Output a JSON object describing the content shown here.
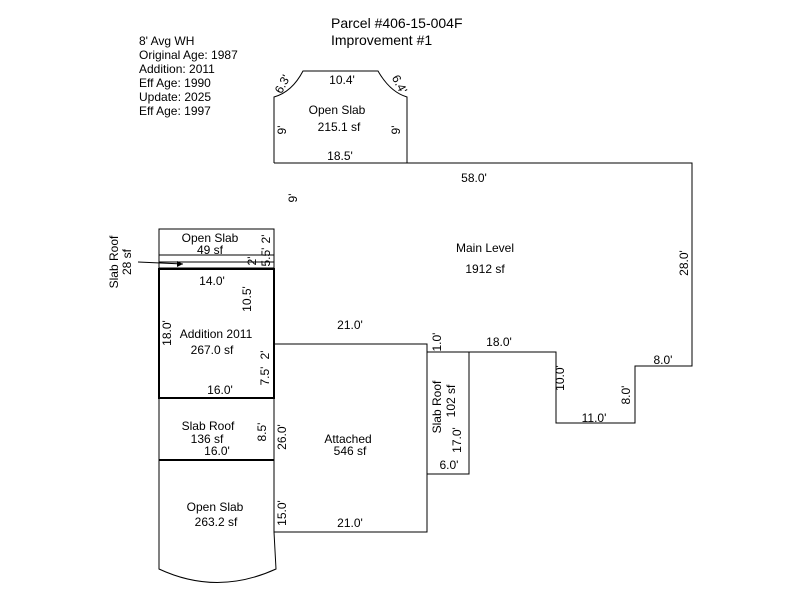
{
  "header": {
    "parcel": "Parcel #406-15-004F",
    "improvement": "Improvement #1"
  },
  "notes": [
    "8' Avg WH",
    "Original Age: 1987",
    "Addition: 2011",
    "Eff Age: 1990",
    "Update: 2025",
    "Eff Age: 1997"
  ],
  "areas": {
    "open_slab_top": {
      "name": "Open Slab",
      "size": "215.1 sf"
    },
    "main_level": {
      "name": "Main Level",
      "size": "1912 sf"
    },
    "open_slab_small": {
      "name": "Open Slab",
      "size": "49 sf"
    },
    "slab_roof_small": {
      "name": "Slab Roof",
      "size": "28 sf"
    },
    "addition": {
      "name": "Addition 2011",
      "size": "267.0 sf"
    },
    "slab_roof_mid": {
      "name": "Slab Roof",
      "size": "136 sf"
    },
    "open_slab_bottom": {
      "name": "Open Slab",
      "size": "263.2 sf"
    },
    "attached": {
      "name": "Attached",
      "size": "546 sf"
    },
    "slab_roof_right": {
      "name": "Slab Roof",
      "size": "102 sf"
    }
  },
  "dims": {
    "d_10_4": "10.4'",
    "d_6_3": "6.3'",
    "d_6_4": "6.4'",
    "d_9_left": "9'",
    "d_9_right": "9'",
    "d_18_5": "18.5'",
    "d_58": "58.0'",
    "d_9_main": "9'",
    "d_28": "28.0'",
    "d_5_5": "5.5'",
    "d_2_a": "2'",
    "d_2_b": "2'",
    "d_14": "14.0'",
    "d_10_5": "10.5'",
    "d_18_add": "18.0'",
    "d_21_top": "21.0'",
    "d_2_c": "2'",
    "d_7_5": "7.5'",
    "d_16_add": "16.0'",
    "d_1_0": "1.0'",
    "d_18_right": "18.0'",
    "d_8_top": "8.0'",
    "d_8_side": "8.0'",
    "d_10_0": "10.0'",
    "d_11": "11.0'",
    "d_17": "17.0'",
    "d_6_0": "6.0'",
    "d_8_5": "8.5'",
    "d_26": "26.0'",
    "d_16_mid": "16.0'",
    "d_15": "15.0'",
    "d_21_bottom": "21.0'"
  },
  "colors": {
    "line": "#000000",
    "background": "#ffffff"
  }
}
